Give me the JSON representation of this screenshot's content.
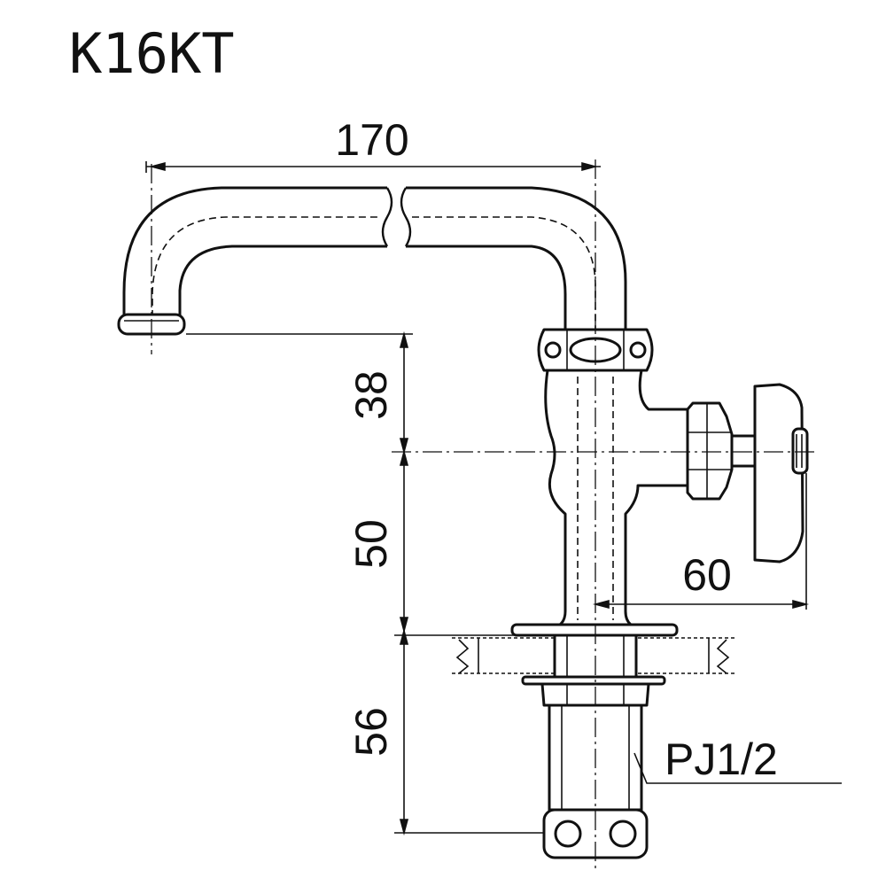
{
  "title": "K16KT",
  "dimensions": {
    "spout_reach": "170",
    "spout_to_handle_axis": "38",
    "handle_axis_to_base": "50",
    "shank_length": "56",
    "handle_projection": "60"
  },
  "callouts": {
    "thread": "PJ1/2"
  }
}
